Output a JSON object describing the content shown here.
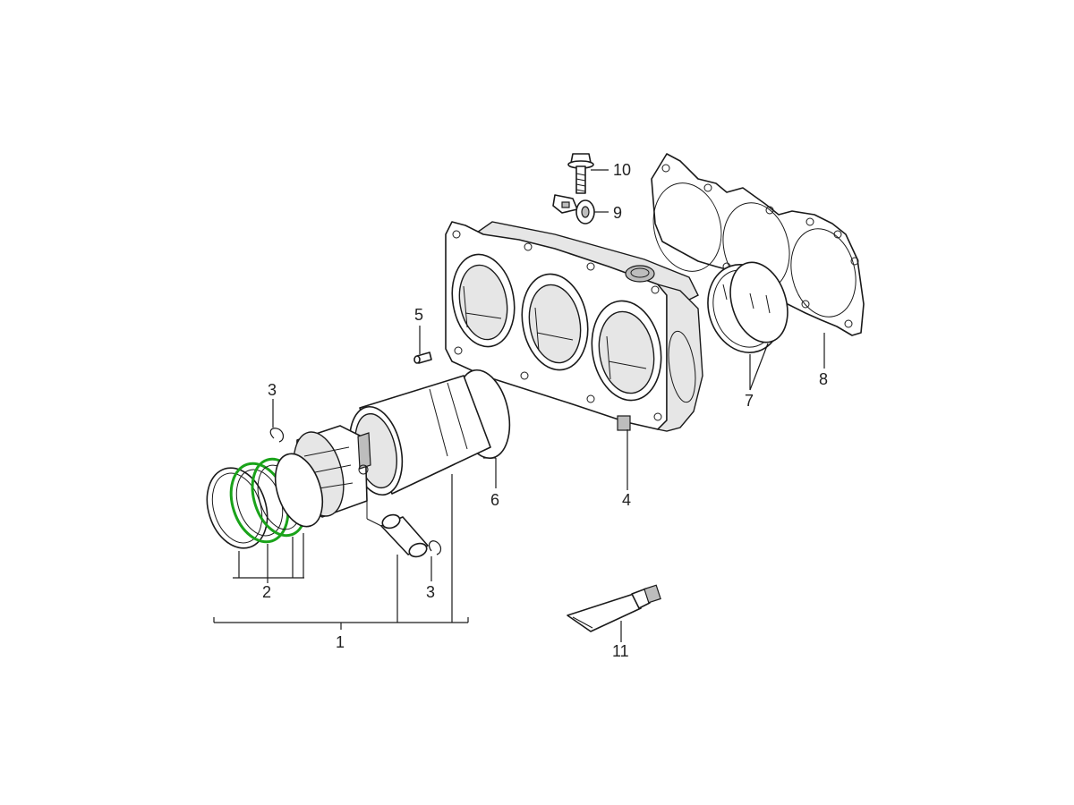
{
  "diagram": {
    "highlight_color": "#1aa31a",
    "line_color": "#1a1a1a",
    "callouts": {
      "c1": "1",
      "c2": "2",
      "c3a": "3",
      "c3b": "3",
      "c4": "4",
      "c5": "5",
      "c6": "6",
      "c7": "7",
      "c8": "8",
      "c9": "9",
      "c10": "10",
      "c11": "11"
    },
    "parts": [
      "crankcase-cylinder-block",
      "piston",
      "piston-rings",
      "circlip",
      "dowel-pin",
      "cylinder-liner",
      "seal-rings",
      "head-gasket",
      "knock-sensor",
      "bolt",
      "sealant-tube",
      "piston-pin"
    ]
  }
}
